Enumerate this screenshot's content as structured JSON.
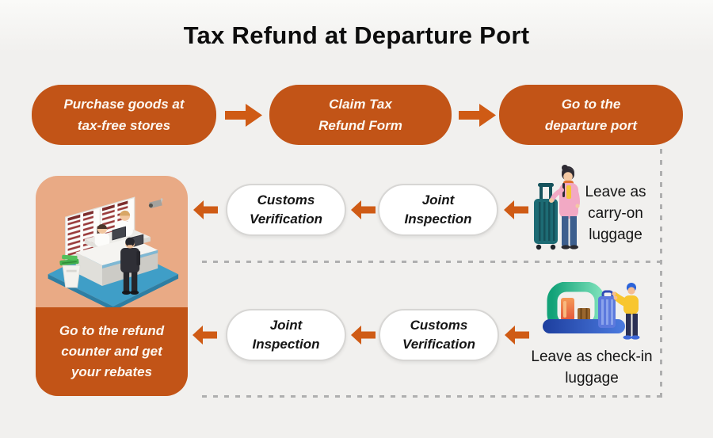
{
  "title": "Tax Refund at Departure Port",
  "colors": {
    "background": "#F1F0EE",
    "bg_top": "#FAFAF8",
    "title_text": "#0D0D0D",
    "step_box": "#C25417",
    "arrow": "#CF5B15",
    "panel_top": "#E9AA85",
    "panel_bottom": "#C25417",
    "oval_fill": "#FFFFFF",
    "oval_border": "#D7D6D4",
    "dashed_line": "#AFAFAF",
    "caption_text": "#141414",
    "label_text_light": "#FDF8F1"
  },
  "top_steps": [
    {
      "label": "Purchase goods at\ntax-free stores"
    },
    {
      "label": "Claim Tax\nRefund Form"
    },
    {
      "label": "Go to the\ndeparture port"
    }
  ],
  "carry_on_row": {
    "stations": [
      {
        "label": "Customs\nVerification"
      },
      {
        "label": "Joint\nInspection"
      }
    ],
    "caption": "Leave as\ncarry-on\nluggage"
  },
  "check_in_row": {
    "stations": [
      {
        "label": "Joint\nInspection"
      },
      {
        "label": "Customs\nVerification"
      }
    ],
    "caption": "Leave as check-in\nluggage"
  },
  "refund_panel": {
    "label": "Go to the refund\ncounter and get\nyour rebates"
  },
  "illustrations": {
    "refund_counter": "isometric-refund-counter-scene",
    "carry_on": "traveler-with-rolling-suitcase",
    "check_in": "suitcases-on-conveyor-belt-scanner"
  }
}
